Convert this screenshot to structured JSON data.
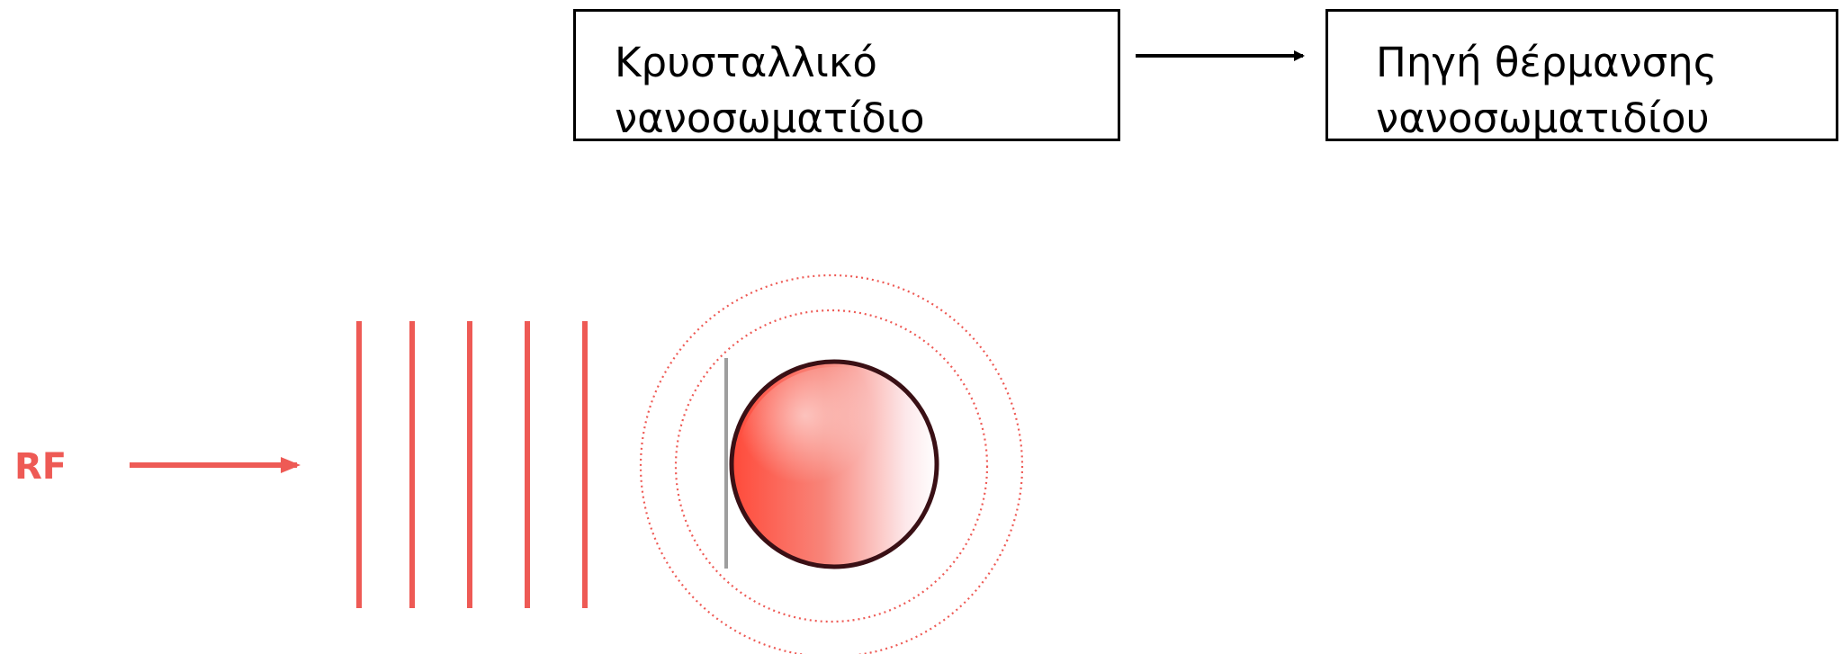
{
  "boxes": {
    "crystal": {
      "text": "Κρυσταλλικό\nνανοσωματίδιο"
    },
    "heat_source": {
      "text": "Πηγή θέρμανσης\nνανοσωματιδίου"
    }
  },
  "rf": {
    "label": "RF"
  },
  "colors": {
    "accent_red": "#ee5a55",
    "box_border": "#000000",
    "text": "#000000"
  },
  "icons": {
    "wave_lines": "rf-wave-lines",
    "particle": "nanoparticle-sphere",
    "halo": "heat-halo-dotted-circles"
  }
}
